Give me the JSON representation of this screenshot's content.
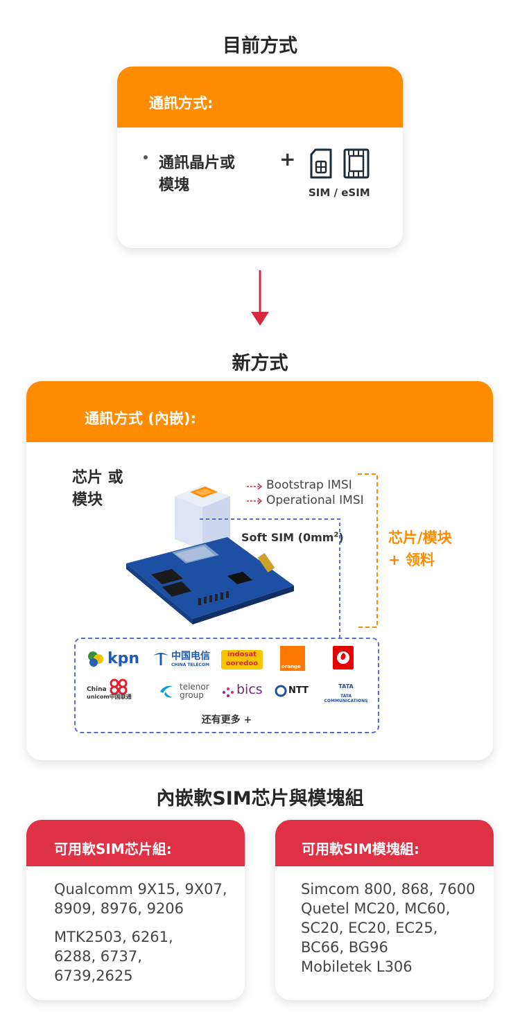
{
  "current": {
    "title": "目前方式",
    "header": "通訊方式:",
    "bullet": "通訊晶片或",
    "bullet_line2": "模塊",
    "plus": "+",
    "sim_label": "SIM / eSIM"
  },
  "new": {
    "title": "新方式",
    "header": "通訊方式 (內嵌):",
    "chip_label_1": "芯片 或",
    "chip_label_2": "模块",
    "imsi_1": "Bootstrap IMSI",
    "imsi_2": "Operational IMSI",
    "softsim": "Soft SIM (0mm",
    "softsim_sup": "2",
    "softsim_end": ")",
    "side_label_1": "芯片/模块",
    "side_label_2": "+ 领料",
    "more": "还有更多 +",
    "operators": {
      "kpn": "kpn",
      "china_telecom": "中国电信",
      "china_telecom_en": "CHINA TELECOM",
      "indosat_1": "indosat",
      "indosat_2": "ooredoo",
      "orange": "orange",
      "unicom_1": "China",
      "unicom_2": "unicom中国联通",
      "telenor_1": "telenor",
      "telenor_2": "group",
      "bics": "bics",
      "ntt": "NTT",
      "tata_1": "TATA",
      "tata_2": "TATA COMMUNICATIONS"
    }
  },
  "embedded": {
    "title": "內嵌軟SIM芯片與模塊組",
    "chips": {
      "header": "可用軟SIM芯片組:",
      "p1_line1": "Qualcomm 9X15, 9X07,",
      "p1_line2": "8909, 8976, 9206",
      "p2_line1": "MTK2503, 6261,",
      "p2_line2": "6288, 6737,",
      "p2_line3": "6739,2625"
    },
    "modules": {
      "header": "可用軟SIM模塊組:",
      "lines": [
        "Simcom 800, 868, 7600",
        "Quetel MC20, MC60,",
        "SC20, EC20, EC25,",
        "BC66, BG96",
        "Mobiletek L306"
      ]
    }
  },
  "colors": {
    "orange": "#ff8b00",
    "red": "#de3146",
    "blue_dashed": "#5a6bd6",
    "arrow": "#d6283f"
  }
}
